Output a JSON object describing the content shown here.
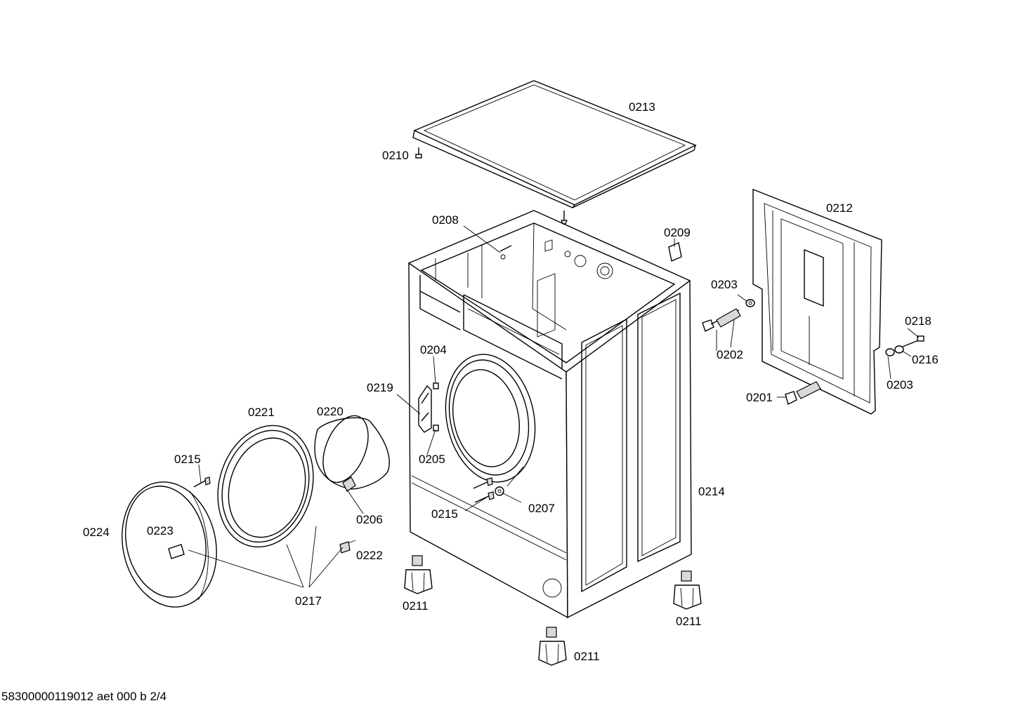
{
  "labels": {
    "p0201": "0201",
    "p0202": "0202",
    "p0203a": "0203",
    "p0203b": "0203",
    "p0204": "0204",
    "p0205": "0205",
    "p0206": "0206",
    "p0207": "0207",
    "p0208": "0208",
    "p0209": "0209",
    "p0210": "0210",
    "p0211a": "0211",
    "p0211b": "0211",
    "p0211c": "0211",
    "p0212": "0212",
    "p0213": "0213",
    "p0214": "0214",
    "p0215a": "0215",
    "p0215b": "0215",
    "p0216": "0216",
    "p0217": "0217",
    "p0218": "0218",
    "p0219": "0219",
    "p0220": "0220",
    "p0221": "0221",
    "p0222": "0222",
    "p0223": "0223",
    "p0224": "0224"
  },
  "footer": "58300000119012 aet 000 b 2/4"
}
